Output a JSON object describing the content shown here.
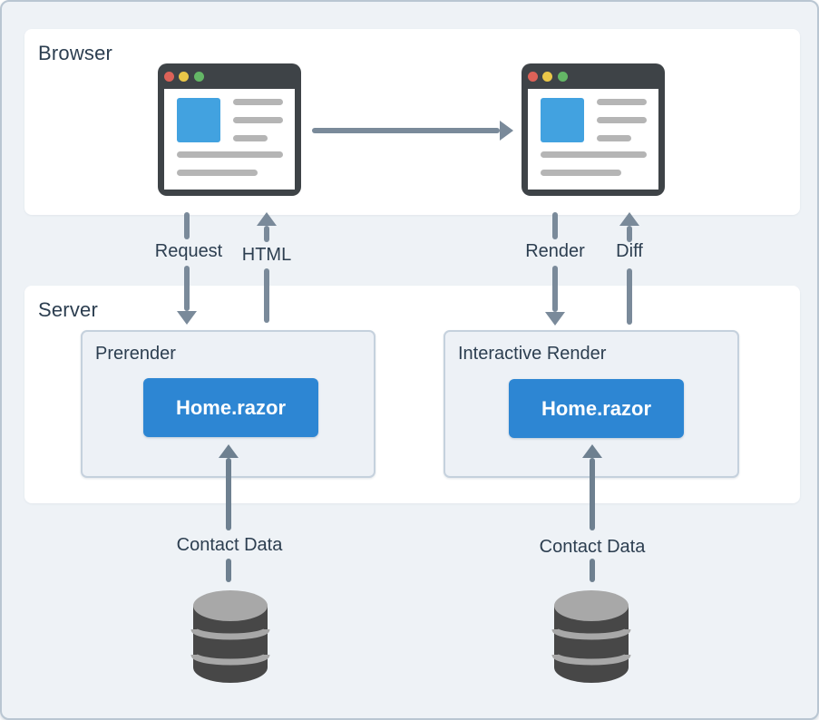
{
  "browser_section": {
    "label": "Browser"
  },
  "server_section": {
    "label": "Server",
    "prerender": {
      "label": "Prerender",
      "component": "Home.razor"
    },
    "interactive": {
      "label": "Interactive Render",
      "component": "Home.razor"
    }
  },
  "flows": {
    "request": "Request",
    "html": "HTML",
    "render": "Render",
    "diff": "Diff",
    "contact_left": "Contact Data",
    "contact_right": "Contact Data"
  },
  "icons": {
    "browser_window": "browser-window-icon",
    "database": "database-icon",
    "traffic_lights": [
      "red",
      "yellow",
      "green"
    ]
  },
  "colors": {
    "canvas_bg": "#eef2f6",
    "canvas_border": "#b9c6d2",
    "panel_bg": "#ffffff",
    "sub_box_bg": "#edf1f6",
    "sub_box_border": "#c5d1dd",
    "component_blue": "#2d86d3",
    "browser_content_blue": "#42a2e0",
    "browser_chrome_dark": "#3e4347",
    "placeholder_gray": "#b5b5b5",
    "dot_red": "#dd6258",
    "dot_yellow": "#eac748",
    "dot_green": "#64b766",
    "arrow_gray": "#7a8a9a",
    "arrow_gray_dark": "#6e8090",
    "text_dark": "#2c3e50",
    "db_body": "#474747",
    "db_highlight": "#a8a8a8"
  }
}
